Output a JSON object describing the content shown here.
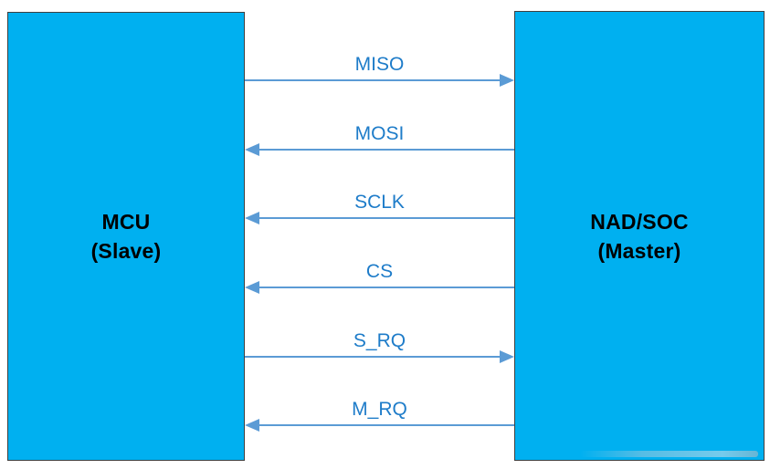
{
  "colors": {
    "background": "#FFFFFF",
    "box_fill": "#00B0F0",
    "box_border": "#404040",
    "arrow": "#5B9BD5",
    "signal_label": "#1E7CC9",
    "block_text": "#000000"
  },
  "blocks": {
    "left": {
      "title": "MCU",
      "subtitle": "(Slave)"
    },
    "right": {
      "title": "NAD/SOC",
      "subtitle": "(Master)"
    }
  },
  "signals": [
    {
      "label": "MISO",
      "direction": "right"
    },
    {
      "label": "MOSI",
      "direction": "left"
    },
    {
      "label": "SCLK",
      "direction": "left"
    },
    {
      "label": "CS",
      "direction": "left"
    },
    {
      "label": "S_RQ",
      "direction": "right"
    },
    {
      "label": "M_RQ",
      "direction": "left"
    }
  ]
}
